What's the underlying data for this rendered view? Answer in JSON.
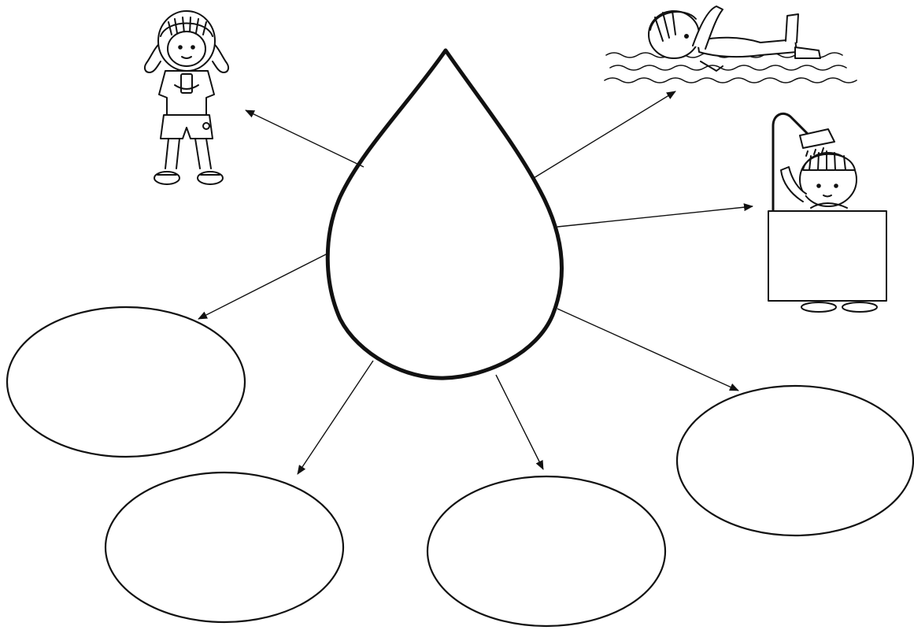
{
  "worksheet": {
    "center_shape": "water-drop-icon",
    "pictures": [
      {
        "name": "girl-drinking-water-picture",
        "icon": "girl-drinking-icon"
      },
      {
        "name": "child-swimming-picture",
        "icon": "swimmer-icon"
      },
      {
        "name": "child-showering-picture",
        "icon": "shower-icon"
      }
    ],
    "blank_answer_ovals": 4,
    "arrows_from_drop": 7,
    "colors": {
      "ink": "#111111",
      "paper": "#ffffff"
    }
  }
}
